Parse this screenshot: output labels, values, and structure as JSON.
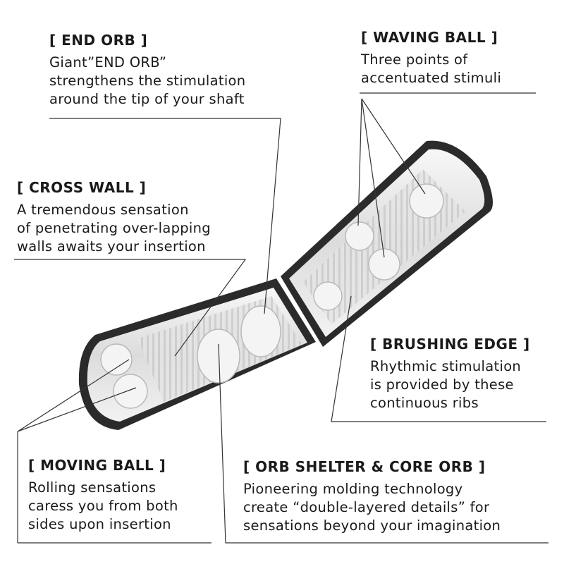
{
  "callouts": {
    "end_orb": {
      "title": "[ END ORB ]",
      "lines": [
        "Giant”END ORB”",
        "strengthens the stimulation",
        "around the tip of your shaft"
      ]
    },
    "waving_ball": {
      "title": "[ WAVING BALL ]",
      "lines": [
        "Three points of",
        "accentuated stimuli"
      ]
    },
    "cross_wall": {
      "title": "[ CROSS WALL ]",
      "lines": [
        "A tremendous sensation",
        "of penetrating over-lapping",
        "walls awaits your insertion"
      ]
    },
    "brushing_edge": {
      "title": "[ BRUSHING EDGE ]",
      "lines": [
        "Rhythmic stimulation",
        "is provided by these",
        "continuous ribs"
      ]
    },
    "moving_ball": {
      "title": "[ MOVING BALL ]",
      "lines": [
        "Rolling sensations",
        "caress you from both",
        "sides upon insertion"
      ]
    },
    "orb_shelter": {
      "title": "[ ORB SHELTER & CORE ORB ]",
      "lines": [
        "Pioneering molding technology",
        "create “double-layered details” for",
        "sensations beyond your imagination"
      ]
    }
  },
  "colors": {
    "text": "#1a1a1a",
    "line": "#333333",
    "casing": "#2b2b2b",
    "sleeve": "#e9e9e9"
  }
}
